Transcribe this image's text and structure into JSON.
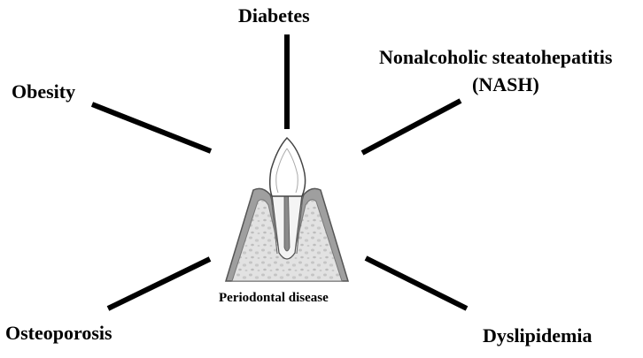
{
  "center": {
    "label": "Periodontal disease",
    "icon": "tooth-icon"
  },
  "conditions": [
    {
      "key": "diabetes",
      "label": "Diabetes"
    },
    {
      "key": "nash",
      "label": "Nonalcoholic steatohepatitis",
      "label2": "(NASH)"
    },
    {
      "key": "obesity",
      "label": "Obesity"
    },
    {
      "key": "osteoporosis",
      "label": "Osteoporosis"
    },
    {
      "key": "dyslipidemia",
      "label": "Dyslipidemia"
    }
  ]
}
